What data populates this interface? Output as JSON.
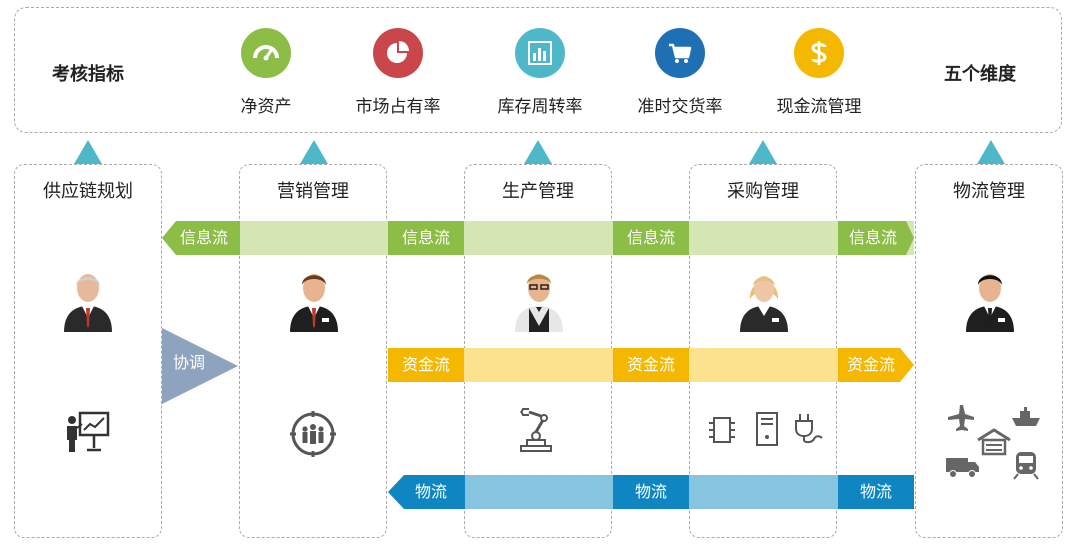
{
  "header": {
    "left_label": "考核指标",
    "right_label": "五个维度",
    "kpis": [
      {
        "label": "净资产",
        "icon": "gauge-icon",
        "color": "#8cbd47"
      },
      {
        "label": "市场占有率",
        "icon": "pie-chart-icon",
        "color": "#c9464a"
      },
      {
        "label": "库存周转率",
        "icon": "bar-chart-icon",
        "color": "#4eb7c8"
      },
      {
        "label": "准时交货率",
        "icon": "shopping-cart-icon",
        "color": "#1f6fb5"
      },
      {
        "label": "现金流管理",
        "icon": "dollar-icon",
        "color": "#f5b800"
      }
    ]
  },
  "columns": [
    {
      "title": "供应链规划",
      "icon": "presentation-icon"
    },
    {
      "title": "营销管理",
      "icon": "customer-group-icon"
    },
    {
      "title": "生产管理",
      "icon": "robot-arm-icon"
    },
    {
      "title": "采购管理",
      "icon": "components-icon"
    },
    {
      "title": "物流管理",
      "icon": "transport-icon"
    }
  ],
  "flows": {
    "info": {
      "label": "信息流",
      "color": "#8cbd47",
      "light": "#d3e6b3"
    },
    "funds": {
      "label": "资金流",
      "color": "#f5b800",
      "light": "#fde28f"
    },
    "logistics": {
      "label": "物流",
      "color": "#0f86c1",
      "light": "#86c4e0"
    }
  },
  "coordinate": {
    "label": "协调",
    "color": "#8ea3bd"
  }
}
